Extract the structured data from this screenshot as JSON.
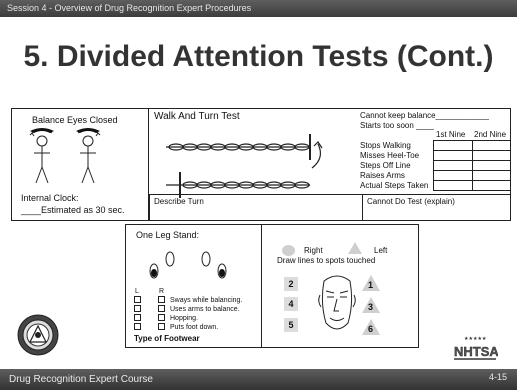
{
  "header": {
    "session": "Session 4 - Overview of Drug  Recognition Expert Procedures"
  },
  "title": "5.  Divided Attention Tests (Cont.)",
  "balance": {
    "heading": "Balance Eyes Closed",
    "clock_label": "Internal Clock:",
    "estimate": "____Estimated as 30 sec."
  },
  "walk": {
    "heading": "Walk And Turn Test",
    "cannot_keep": "Cannot keep balance____________",
    "starts_soon": "Starts too soon ____",
    "col_first": "1st Nine",
    "col_second": "2nd Nine",
    "rows": [
      "Stops Walking",
      "Misses Heel-Toe",
      "Steps Off Line",
      "Raises Arms",
      "Actual Steps Taken"
    ],
    "describe_turn": "Describe Turn",
    "cannot_do": "Cannot Do Test (explain)"
  },
  "oneleg": {
    "heading": "One Leg Stand:",
    "l": "L",
    "r": "R",
    "items": [
      "Sways while balancing.",
      "Uses arms to balance.",
      "Hopping.",
      "Puts foot down."
    ],
    "footwear": "Type of Footwear"
  },
  "spots": {
    "right": "Right",
    "left": "Left",
    "instruction": "Draw lines to spots touched",
    "left_numbers": [
      "2",
      "4",
      "5"
    ],
    "right_numbers": [
      "1",
      "3",
      "6"
    ]
  },
  "footer": {
    "course": "Drug Recognition Expert Course",
    "page": "4-15",
    "logo_text": "NHTSA"
  },
  "colors": {
    "bar": "#4a4a4a",
    "title": "#333333",
    "spot_fill": "#cfcfcf"
  }
}
